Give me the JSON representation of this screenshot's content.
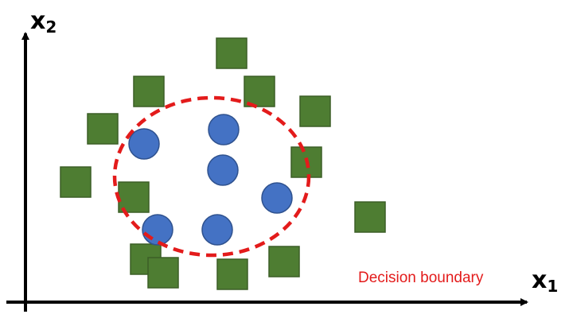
{
  "axes": {
    "x_label": "x",
    "x_subscript": "1",
    "y_label": "x",
    "y_subscript": "2"
  },
  "boundary_label": "Decision boundary",
  "colors": {
    "square": "#4e7d32",
    "square_stroke": "#3b5e26",
    "circle": "#4472c4",
    "circle_stroke": "#2f528f",
    "boundary": "#e31b1b",
    "axis": "#000000"
  },
  "legend": {
    "square_class": "green-square",
    "circle_class": "blue-circle"
  }
}
